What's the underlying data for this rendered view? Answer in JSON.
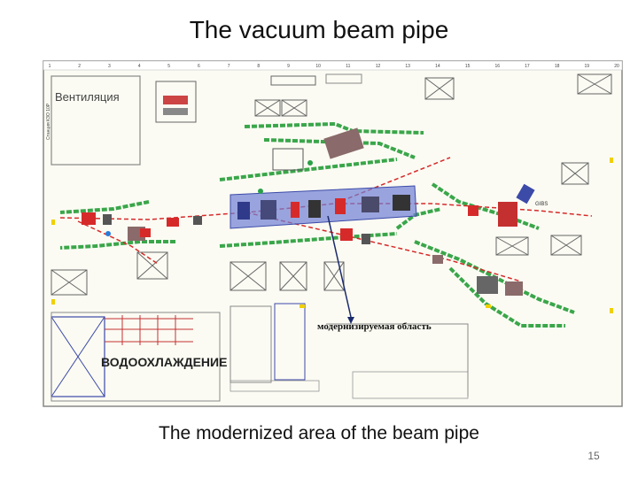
{
  "slide": {
    "title": "The vacuum beam pipe",
    "caption": "The modernized area of the beam pipe",
    "page_number": "15"
  },
  "plan": {
    "room_ventilation": "Вентиляция",
    "room_water_cooling": "ВОДООХЛАЖДЕНИЕ",
    "modernized_area": "модернизируемая область",
    "side_label": "Станция КЗО 10Р",
    "gibs_label": "GIBS",
    "column_numbers": [
      "1",
      "2",
      "3",
      "4",
      "5",
      "6",
      "7",
      "8",
      "9",
      "10",
      "11",
      "12",
      "13",
      "14",
      "15",
      "16",
      "17",
      "18",
      "19",
      "20"
    ]
  },
  "colors": {
    "wall_green": "#3aa64a",
    "beam_red": "#d62a2a",
    "modern_area_blue": "#6f7fd4",
    "pointer_navy": "#1a2a6c"
  }
}
